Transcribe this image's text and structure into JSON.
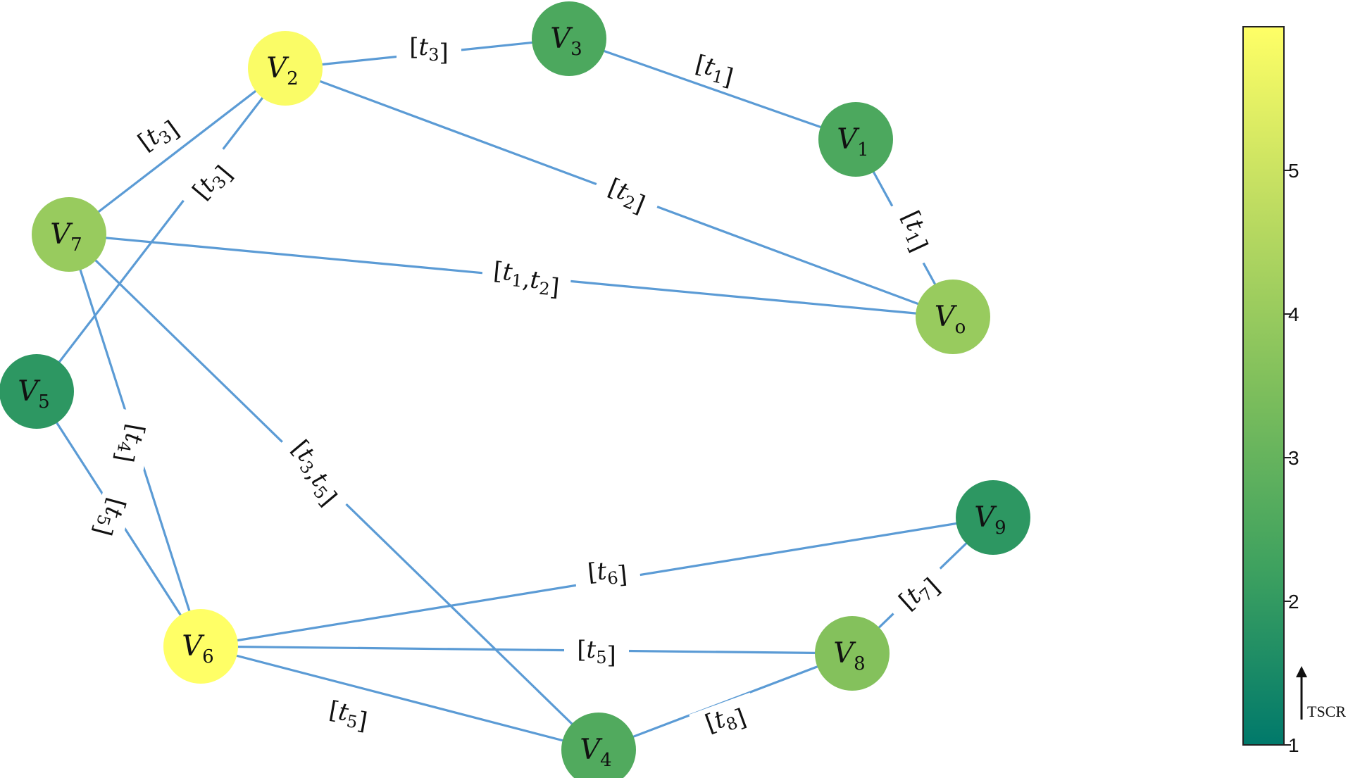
{
  "nodes": [
    {
      "id": "V2",
      "letter": "V",
      "sub": "2",
      "value": 5.9
    },
    {
      "id": "V3",
      "letter": "V",
      "sub": "3",
      "value": 2.5
    },
    {
      "id": "V1",
      "letter": "V",
      "sub": "1",
      "value": 2.5
    },
    {
      "id": "V7",
      "letter": "V",
      "sub": "7",
      "value": 4.0
    },
    {
      "id": "Vo",
      "letter": "V",
      "sub": "o",
      "value": 4.0
    },
    {
      "id": "V5",
      "letter": "V",
      "sub": "5",
      "value": 1.9
    },
    {
      "id": "V9",
      "letter": "V",
      "sub": "9",
      "value": 1.9
    },
    {
      "id": "V6",
      "letter": "V",
      "sub": "6",
      "value": 6.0
    },
    {
      "id": "V8",
      "letter": "V",
      "sub": "8",
      "value": 3.6
    },
    {
      "id": "V4",
      "letter": "V",
      "sub": "4",
      "value": 2.6
    }
  ],
  "edges": [
    {
      "from": "V2",
      "to": "V3",
      "label": [
        "t3"
      ]
    },
    {
      "from": "V3",
      "to": "V1",
      "label": [
        "t1"
      ]
    },
    {
      "from": "V1",
      "to": "Vo",
      "label": [
        "t1"
      ]
    },
    {
      "from": "V2",
      "to": "Vo",
      "label": [
        "t2"
      ]
    },
    {
      "from": "V7",
      "to": "V2",
      "label": [
        "t3"
      ]
    },
    {
      "from": "V5",
      "to": "V2",
      "label": [
        "t3"
      ]
    },
    {
      "from": "V7",
      "to": "Vo",
      "label": [
        "t1",
        "t2"
      ]
    },
    {
      "from": "V7",
      "to": "V6",
      "label": [
        "t4"
      ]
    },
    {
      "from": "V5",
      "to": "V6",
      "label": [
        "t5"
      ]
    },
    {
      "from": "V7",
      "to": "V4",
      "label": [
        "t3",
        "t5"
      ]
    },
    {
      "from": "V6",
      "to": "V9",
      "label": [
        "t6"
      ]
    },
    {
      "from": "V6",
      "to": "V8",
      "label": [
        "t5"
      ]
    },
    {
      "from": "V6",
      "to": "V4",
      "label": [
        "t5"
      ]
    },
    {
      "from": "V4",
      "to": "V8",
      "label": [
        "t8"
      ]
    },
    {
      "from": "V8",
      "to": "V9",
      "label": [
        "t7"
      ]
    }
  ],
  "colorbar": {
    "min": 1,
    "max": 6,
    "ticks": [
      "1",
      "2",
      "3",
      "4",
      "5"
    ],
    "caption": "TSCR",
    "colors": [
      "#00796b",
      "#3fa25f",
      "#7fbf5c",
      "#bedc61",
      "#ffff66"
    ]
  }
}
